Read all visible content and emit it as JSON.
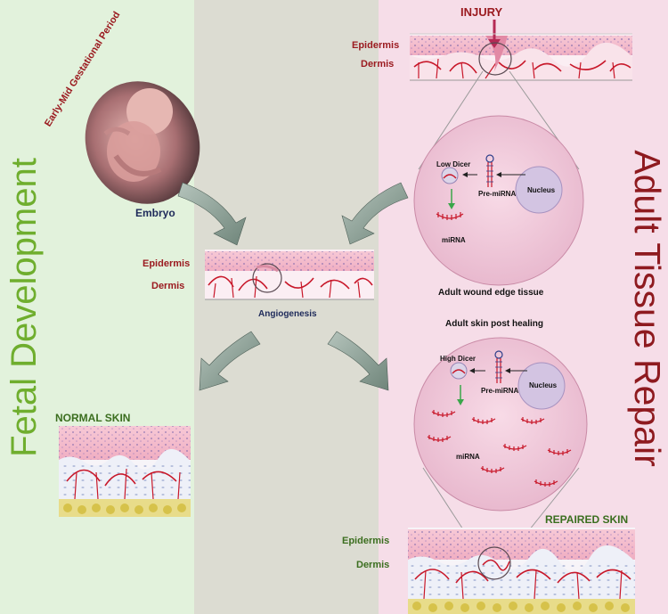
{
  "titles": {
    "left": "Fetal Development",
    "right": "Adult Tissue Repair"
  },
  "labels": {
    "injury": "INJURY",
    "epidermis": "Epidermis",
    "dermis": "Dermis",
    "early_mid": "Early-Mid Gestational Period",
    "embryo": "Embryo",
    "angiogenesis": "Angiogenesis",
    "normal_skin": "NORMAL SKIN",
    "repaired_skin": "REPAIRED SKIN",
    "wound_edge": "Adult wound edge tissue",
    "post_healing": "Adult skin post healing",
    "low_dicer": "Low Dicer",
    "high_dicer": "High Dicer",
    "pre_mirna": "Pre-miRNA",
    "nucleus": "Nucleus",
    "mirna": "miRNA"
  },
  "colors": {
    "fetal_green": "#6fae2e",
    "adult_red": "#8e1a1f",
    "vessel_red": "#c8182a",
    "arrow_grey": "#8fa39a"
  }
}
